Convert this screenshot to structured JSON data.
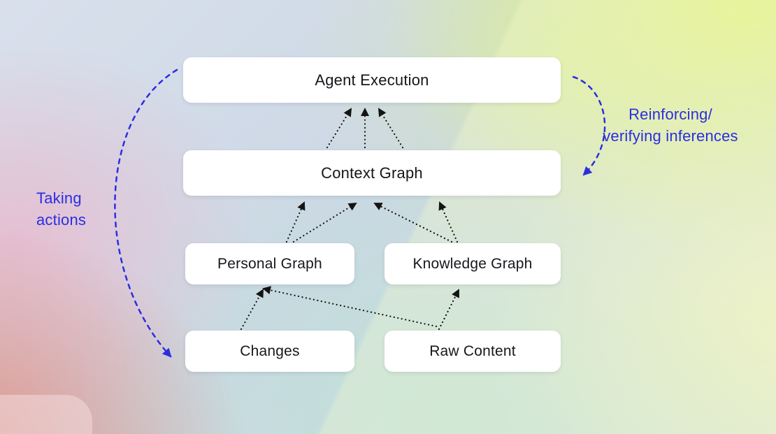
{
  "diagram": {
    "nodes": {
      "agent_execution": {
        "label": "Agent Execution"
      },
      "context_graph": {
        "label": "Context Graph"
      },
      "personal_graph": {
        "label": "Personal Graph"
      },
      "knowledge_graph": {
        "label": "Knowledge Graph"
      },
      "changes": {
        "label": "Changes"
      },
      "raw_content": {
        "label": "Raw Content"
      }
    },
    "annotations": {
      "taking_actions": {
        "label": "Taking\nactions"
      },
      "reinforcing": {
        "label": "Reinforcing/\nverifying inferences"
      }
    },
    "edges": [
      {
        "from": "context_graph",
        "to": "agent_execution",
        "style": "dotted-black",
        "count": 3
      },
      {
        "from": "personal_graph",
        "to": "context_graph",
        "style": "dotted-black",
        "count": 2
      },
      {
        "from": "knowledge_graph",
        "to": "context_graph",
        "style": "dotted-black",
        "count": 2
      },
      {
        "from": "changes",
        "to": "personal_graph",
        "style": "dotted-black",
        "count": 1
      },
      {
        "from": "raw_content",
        "to": "knowledge_graph",
        "style": "dotted-black",
        "count": 1
      },
      {
        "from": "raw_content",
        "to": "personal_graph",
        "style": "dotted-black",
        "count": 1
      },
      {
        "from": "agent_execution",
        "to": "changes",
        "style": "dashed-blue-curve",
        "label": "Taking actions"
      },
      {
        "from": "agent_execution",
        "to": "context_graph",
        "style": "dashed-blue-curve",
        "label": "Reinforcing/ verifying inferences"
      }
    ],
    "colors": {
      "accent_blue": "#2b2ee0",
      "arrow_black": "#141414",
      "node_bg": "#ffffff",
      "node_text": "#15171c"
    }
  }
}
